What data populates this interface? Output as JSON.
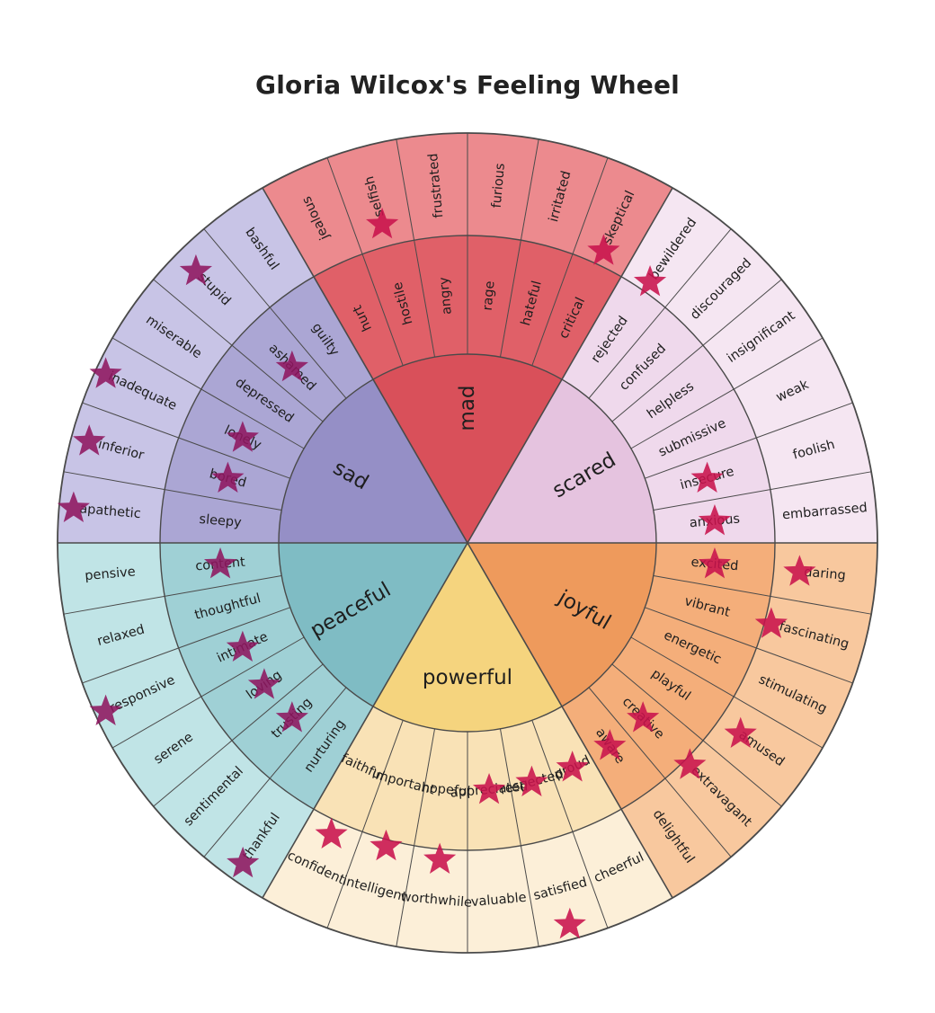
{
  "title": "Gloria Wilcox's Feeling Wheel",
  "wheel": [
    {
      "name": "mad",
      "colors": {
        "core": "#d9505a",
        "middle": "#e06068",
        "outer": "#ec8a8e"
      },
      "middle": [
        "hurt",
        "hostile",
        "angry",
        "rage",
        "hateful",
        "critical"
      ],
      "outer": [
        "jealous",
        "selfish",
        "frustrated",
        "furious",
        "irritated",
        "skeptical"
      ]
    },
    {
      "name": "scared",
      "colors": {
        "core": "#e5c3df",
        "middle": "#efd9ec",
        "outer": "#f5e6f2"
      },
      "middle": [
        "rejected",
        "confused",
        "helpless",
        "submissive",
        "insecure",
        "anxious"
      ],
      "outer": [
        "bewildered",
        "discouraged",
        "insignificant",
        "weak",
        "foolish",
        "embarrassed"
      ]
    },
    {
      "name": "joyful",
      "colors": {
        "core": "#ee9a5c",
        "middle": "#f4ae7a",
        "outer": "#f8c89e"
      },
      "middle": [
        "excited",
        "vibrant",
        "energetic",
        "playful",
        "creative",
        "aware"
      ],
      "outer": [
        "daring",
        "fascinating",
        "stimulating",
        "amused",
        "extravagant",
        "delightful"
      ]
    },
    {
      "name": "powerful",
      "colors": {
        "core": "#f5d47e",
        "middle": "#f9e2b6",
        "outer": "#fcefd8"
      },
      "middle": [
        "proud",
        "respected",
        "appreciated",
        "hopeful",
        "important",
        "faithful"
      ],
      "outer": [
        "cheerful",
        "satisfied",
        "valuable",
        "worthwhile",
        "intelligent",
        "confident"
      ]
    },
    {
      "name": "peaceful",
      "colors": {
        "core": "#7fbcc4",
        "middle": "#9fd0d5",
        "outer": "#c0e4e6"
      },
      "middle": [
        "nurturing",
        "trusting",
        "loving",
        "intimate",
        "thoughtful",
        "content"
      ],
      "outer": [
        "thankful",
        "sentimental",
        "serene",
        "responsive",
        "relaxed",
        "pensive"
      ]
    },
    {
      "name": "sad",
      "colors": {
        "core": "#958fc6",
        "middle": "#aba6d4",
        "outer": "#c8c4e6"
      },
      "middle": [
        "sleepy",
        "bored",
        "lonely",
        "depressed",
        "ashamed",
        "guilty"
      ],
      "outer": [
        "apathetic",
        "inferior",
        "inadequate",
        "miserable",
        "stupid",
        "bashful"
      ]
    }
  ],
  "star_colors": [
    "#c8124c",
    "#8e1760"
  ],
  "stars": [
    {
      "feeling": "selfish",
      "tone": 0
    },
    {
      "feeling": "skeptical",
      "tone": 0
    },
    {
      "feeling": "bewildered",
      "tone": 0
    },
    {
      "feeling": "insecure",
      "tone": 0
    },
    {
      "feeling": "anxious",
      "tone": 0
    },
    {
      "feeling": "excited",
      "tone": 0
    },
    {
      "feeling": "daring",
      "tone": 0
    },
    {
      "feeling": "fascinating",
      "tone": 0
    },
    {
      "feeling": "creative",
      "tone": 0
    },
    {
      "feeling": "aware",
      "tone": 0
    },
    {
      "feeling": "amused",
      "tone": 0
    },
    {
      "feeling": "extravagant",
      "tone": 0
    },
    {
      "feeling": "proud",
      "tone": 0
    },
    {
      "feeling": "respected",
      "tone": 0
    },
    {
      "feeling": "appreciated",
      "tone": 0
    },
    {
      "feeling": "satisfied",
      "tone": 0
    },
    {
      "feeling": "worthwhile",
      "tone": 0
    },
    {
      "feeling": "intelligent",
      "tone": 0
    },
    {
      "feeling": "confident",
      "tone": 0
    },
    {
      "feeling": "thankful",
      "tone": 1
    },
    {
      "feeling": "trusting",
      "tone": 1
    },
    {
      "feeling": "loving",
      "tone": 1
    },
    {
      "feeling": "intimate",
      "tone": 1
    },
    {
      "feeling": "responsive",
      "tone": 1
    },
    {
      "feeling": "content",
      "tone": 1
    },
    {
      "feeling": "bored",
      "tone": 1
    },
    {
      "feeling": "lonely",
      "tone": 1
    },
    {
      "feeling": "ashamed",
      "tone": 1
    },
    {
      "feeling": "stupid",
      "tone": 1
    },
    {
      "feeling": "inadequate",
      "tone": 1
    },
    {
      "feeling": "inferior",
      "tone": 1
    },
    {
      "feeling": "apathetic",
      "tone": 1
    }
  ]
}
